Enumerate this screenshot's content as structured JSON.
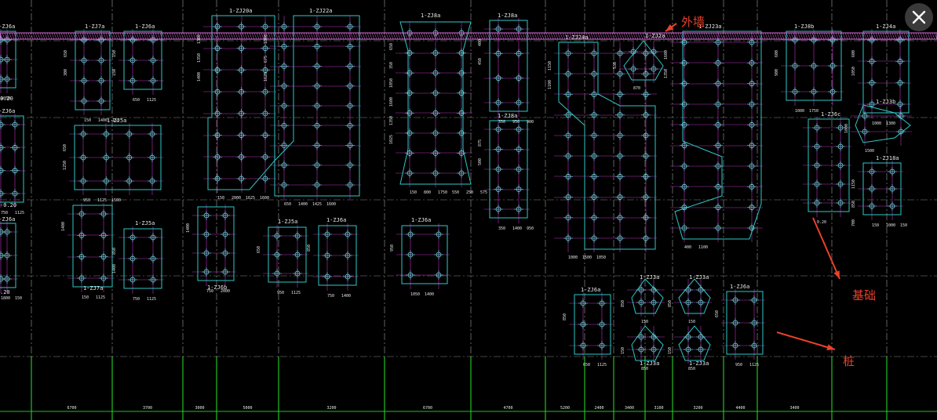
{
  "annotations": {
    "outer_wall": "外墙",
    "foundation": "基础",
    "pile": "桩"
  },
  "colors": {
    "background": "#000000",
    "foundation_outline": "#2fc7c7",
    "dimension_lines": "#c030c0",
    "pile_marker": "#6fd3e0",
    "axis_grid": "#8a8a8a",
    "axis_bottom": "#20c020",
    "wall_band": "#e070e0",
    "annotation": "#e8412b"
  },
  "viewer": {
    "close_icon": "close-icon"
  },
  "level_marks": [
    "0.20",
    "-0.20",
    ".20"
  ],
  "bottom_axis_dims": [
    "6700",
    "3700",
    "3000",
    "5000",
    "3200",
    "6700",
    "4700",
    "5200",
    "2400",
    "3400",
    "3100",
    "3200",
    "4400",
    "3400"
  ],
  "foundations": [
    {
      "label": "1-ZJ6a",
      "dims": [
        "1050"
      ]
    },
    {
      "label": "1-ZJ7a",
      "dims": [
        "150",
        "650",
        "1400",
        "300",
        "150"
      ]
    },
    {
      "label": "1-ZJ6a",
      "dims": [
        "650",
        "150",
        "1125",
        "150"
      ]
    },
    {
      "label": "1-ZJ20a",
      "dims": [
        "150",
        "1300",
        "2000",
        "1350",
        "1625",
        "1400",
        "1600"
      ]
    },
    {
      "label": "1-ZJ22a",
      "dims": [
        "650",
        "1800",
        "1400",
        "675",
        "1425",
        "1625",
        "1600"
      ]
    },
    {
      "label": "1-ZJ8a",
      "dims": [
        "150",
        "650",
        "800",
        "350",
        "1750",
        "1050",
        "550",
        "1600",
        "250",
        "1350",
        "575",
        "1025"
      ]
    },
    {
      "label": "1-ZJ8a",
      "dims": [
        "350",
        "400",
        "950",
        "450",
        "900"
      ]
    },
    {
      "label": "1-ZJ8a",
      "dims": [
        "350",
        "875",
        "1400",
        "500",
        "950"
      ]
    },
    {
      "label": "1-ZJ24a",
      "dims": [
        "1000",
        "1150",
        "1500",
        "1100",
        "1050"
      ]
    },
    {
      "label": "1-ZJ2a",
      "dims": [
        "870",
        "530"
      ]
    },
    {
      "label": "1-ZJ23a",
      "dims": [
        "400",
        "1600",
        "1100",
        "1350"
      ]
    },
    {
      "label": "1-ZJ6a",
      "dims": [
        "750",
        "650",
        "1125",
        "1200"
      ]
    },
    {
      "label": "1-ZJ5a",
      "dims": [
        "950",
        "650",
        "1125",
        "1250",
        "1500"
      ]
    },
    {
      "label": "1-ZJ8b",
      "dims": [
        "1000",
        "600",
        "1750",
        "900"
      ]
    },
    {
      "label": "1-ZJ3b",
      "dims": [
        "1500",
        "1000"
      ]
    },
    {
      "label": "1-ZJ4a",
      "dims": [
        "1000",
        "600",
        "1300",
        "1050"
      ]
    },
    {
      "label": "1-ZJ6c",
      "dims": [
        "0.20"
      ]
    },
    {
      "label": "1-ZJ18a",
      "dims": [
        "150",
        "1150",
        "1000",
        "850",
        "150",
        "700"
      ]
    },
    {
      "label": "1-ZJ6a",
      "dims": [
        "1800",
        "1400",
        "150"
      ]
    },
    {
      "label": "1-ZJ7a",
      "dims": [
        "150",
        "1400",
        "1125"
      ]
    },
    {
      "label": "1-ZJ5a",
      "dims": [
        "750",
        "850",
        "1125",
        "1400"
      ]
    },
    {
      "label": "1-ZJ6b",
      "dims": [
        "750",
        "1400",
        "2000"
      ]
    },
    {
      "label": "1-ZJ5a",
      "dims": [
        "950",
        "650",
        "1125"
      ]
    },
    {
      "label": "1-ZJ6a",
      "dims": [
        "750",
        "850",
        "1400"
      ]
    },
    {
      "label": "1-ZJ6a",
      "dims": [
        "1050",
        "950",
        "1400"
      ]
    },
    {
      "label": "1-ZJ6a",
      "dims": [
        "650",
        "850",
        "1125"
      ]
    },
    {
      "label": "1-ZJ3a",
      "dims": [
        "150",
        "850"
      ]
    },
    {
      "label": "1-ZJ3a",
      "dims": [
        "150",
        "850"
      ]
    },
    {
      "label": "1-ZJ6a",
      "dims": [
        "950",
        "650",
        "1125"
      ]
    },
    {
      "label": "1-ZJ3a",
      "dims": [
        "850",
        "150"
      ]
    },
    {
      "label": "1-ZJ3a",
      "dims": [
        "850",
        "150"
      ]
    }
  ]
}
